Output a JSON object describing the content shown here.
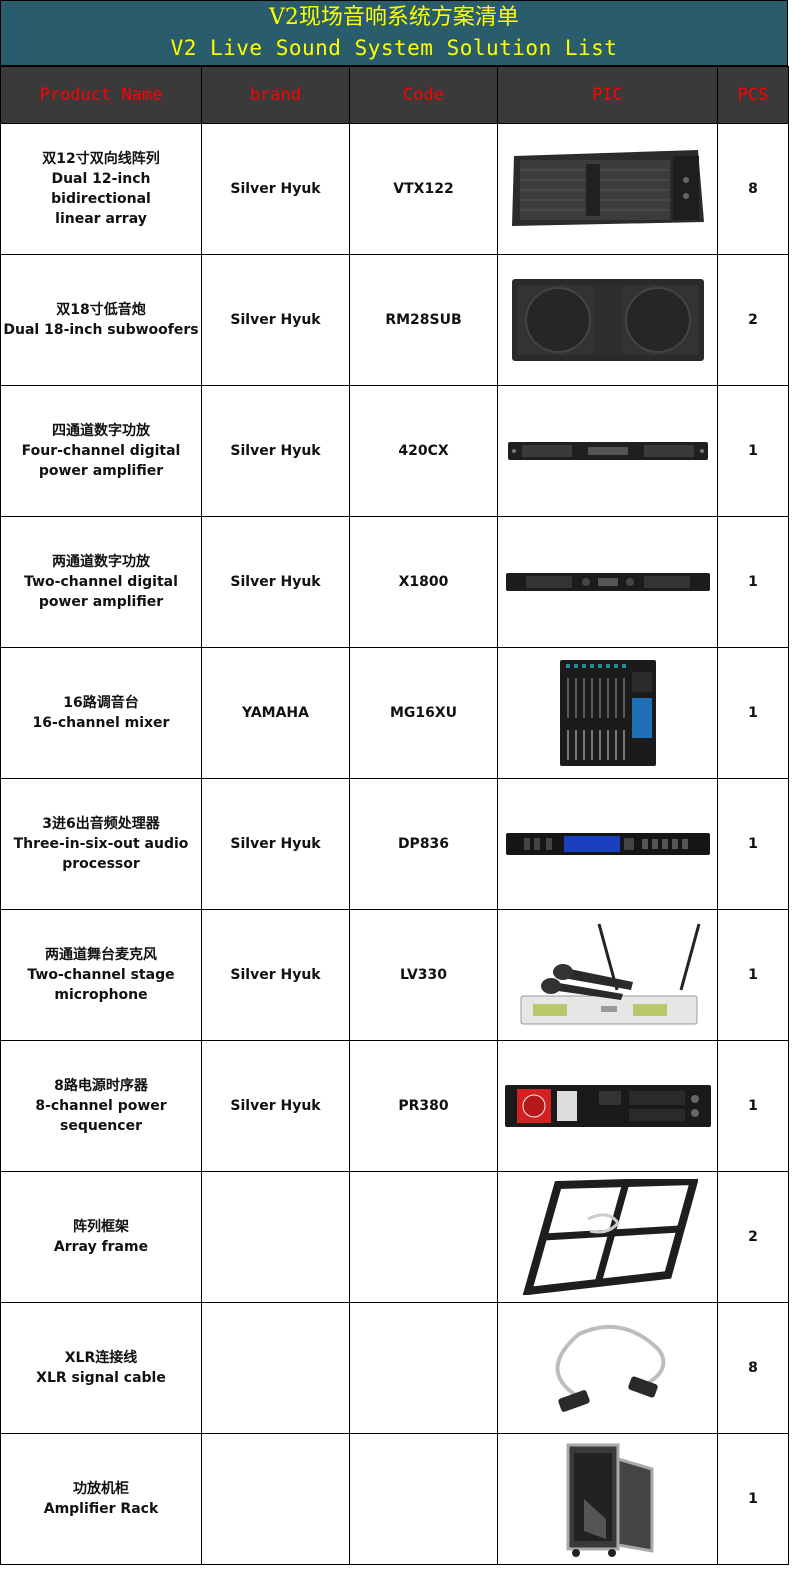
{
  "header": {
    "title_zh": "V2现场音响系统方案清单",
    "title_en": "V2 Live Sound System Solution List"
  },
  "columns": [
    "Product Name",
    "brand",
    "Code",
    "PIC",
    "PCS"
  ],
  "rows": [
    {
      "name_zh": "双12寸双向线阵列",
      "name_en_1": "Dual 12-inch bidirectional",
      "name_en_2": "linear array",
      "brand": "Silver Hyuk",
      "code": "VTX122",
      "pcs": "8",
      "pic": "line-array-speaker"
    },
    {
      "name_zh": "双18寸低音炮",
      "name_en_1": "Dual 18-inch subwoofers",
      "name_en_2": "",
      "brand": "Silver Hyuk",
      "code": "RM28SUB",
      "pcs": "2",
      "pic": "subwoofer"
    },
    {
      "name_zh": "四通道数字功放",
      "name_en_1": "Four-channel digital",
      "name_en_2": "power amplifier",
      "brand": "Silver Hyuk",
      "code": "420CX",
      "pcs": "1",
      "pic": "power-amplifier"
    },
    {
      "name_zh": "两通道数字功放",
      "name_en_1": "Two-channel digital",
      "name_en_2": "power amplifier",
      "brand": "Silver Hyuk",
      "code": "X1800",
      "pcs": "1",
      "pic": "power-amplifier"
    },
    {
      "name_zh": "16路调音台",
      "name_en_1": "16-channel mixer",
      "name_en_2": "",
      "brand": "YAMAHA",
      "code": "MG16XU",
      "pcs": "1",
      "pic": "mixer"
    },
    {
      "name_zh": "3进6出音频处理器",
      "name_en_1": "Three-in-six-out audio",
      "name_en_2": "processor",
      "brand": "Silver Hyuk",
      "code": "DP836",
      "pcs": "1",
      "pic": "audio-processor"
    },
    {
      "name_zh": "两通道舞台麦克风",
      "name_en_1": "Two-channel stage",
      "name_en_2": "microphone",
      "brand": "Silver Hyuk",
      "code": "LV330",
      "pcs": "1",
      "pic": "wireless-microphone"
    },
    {
      "name_zh": "8路电源时序器",
      "name_en_1": "8-channel power",
      "name_en_2": "sequencer",
      "brand": "Silver Hyuk",
      "code": "PR380",
      "pcs": "1",
      "pic": "power-sequencer"
    },
    {
      "name_zh": "阵列框架",
      "name_en_1": "Array frame",
      "name_en_2": "",
      "brand": "",
      "code": "",
      "pcs": "2",
      "pic": "array-frame"
    },
    {
      "name_zh": "XLR连接线",
      "name_en_1": "XLR signal cable",
      "name_en_2": "",
      "brand": "",
      "code": "",
      "pcs": "8",
      "pic": "xlr-cable"
    },
    {
      "name_zh": "功放机柜",
      "name_en_1": "Amplifier Rack",
      "name_en_2": "",
      "brand": "",
      "code": "",
      "pcs": "1",
      "pic": "amplifier-rack"
    }
  ]
}
